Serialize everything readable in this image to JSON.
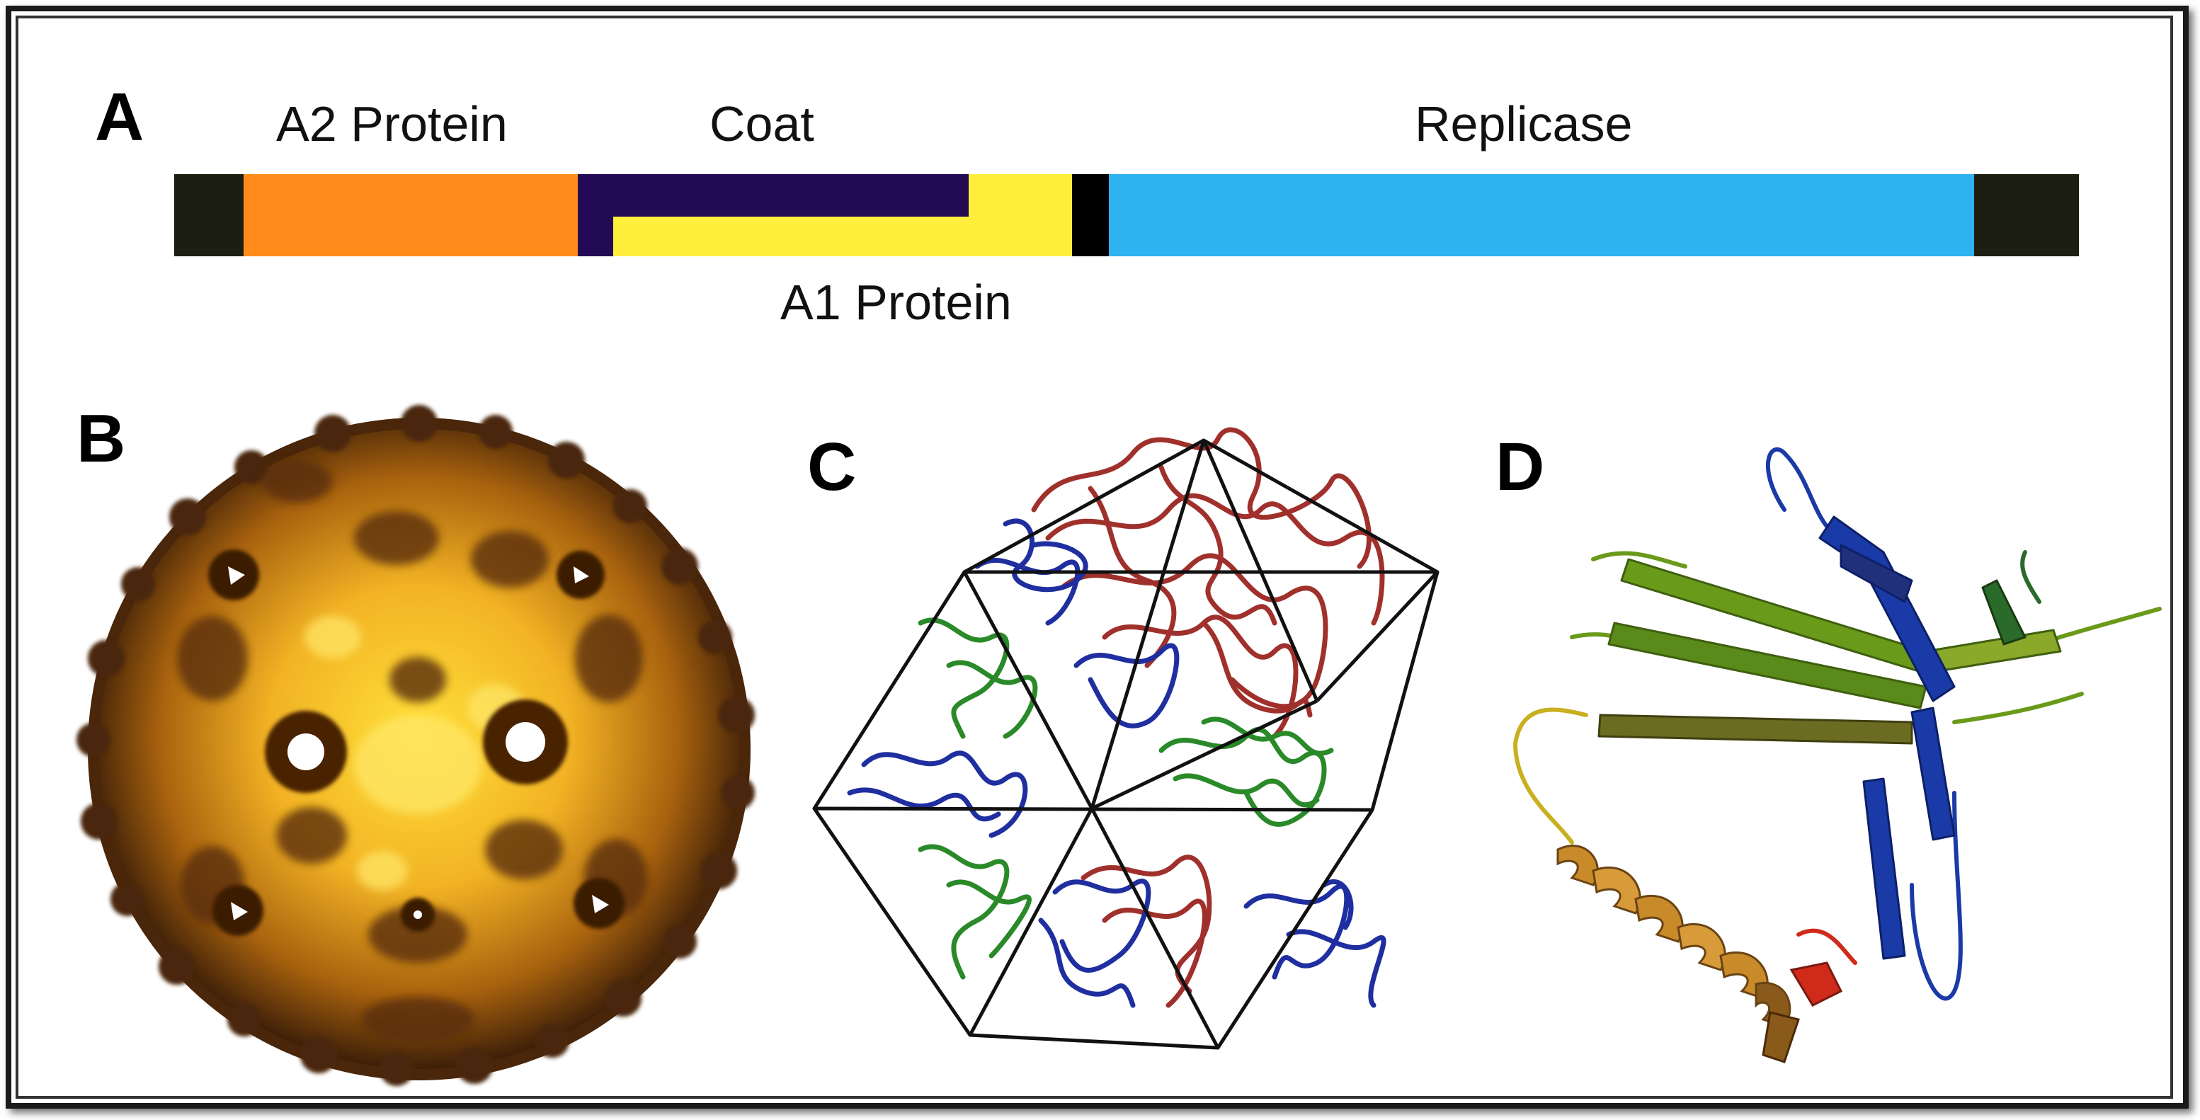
{
  "panels": {
    "a": {
      "letter": "A"
    },
    "b": {
      "letter": "B"
    },
    "c": {
      "letter": "C"
    },
    "d": {
      "letter": "D"
    }
  },
  "genome_map": {
    "labels": {
      "a2": "A2 Protein",
      "coat": "Coat",
      "replicase": "Replicase",
      "a1": "A1 Protein"
    },
    "colors": {
      "utr": "#1c1e12",
      "a2": "#ff8c1a",
      "coat": "#220a55",
      "a1": "#ffef3c",
      "spacer": "#000000",
      "replicase": "#2fb2f0"
    }
  },
  "capsid_colors": {
    "dark": "#3d1f08",
    "mid": "#a8620e",
    "light": "#f2b324",
    "bright": "#ffe03a"
  },
  "lattice_colors": {
    "red": "#a0302c",
    "blue": "#1f2fa0",
    "green": "#2a8a2a",
    "edge": "#111111"
  },
  "ribbon_colors": {
    "blue": "#1a3aa8",
    "green": "#6a9a1a",
    "olive": "#6b6b22",
    "orange": "#c98a2a",
    "red": "#d02a1a",
    "yellow": "#c8b020"
  }
}
